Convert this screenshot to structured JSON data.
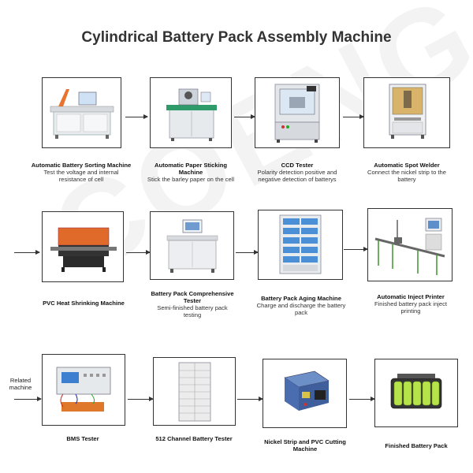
{
  "title": "Cylindrical Battery Pack Assembly Machine",
  "related_label": "Related machine",
  "watermark": "COENG",
  "machines": [
    {
      "name": "Automatic Battery Sorting Machine",
      "desc": "Test the voltage and internal resistance of cell"
    },
    {
      "name": "Automatic Paper Sticking Machine",
      "desc": "Stick the barley paper on the cell"
    },
    {
      "name": "CCD Tester",
      "desc": "Polarity detection positive and negative detection of batterys"
    },
    {
      "name": "Automatic Spot Welder",
      "desc": "Connect the nickel strip to the battery"
    },
    {
      "name": "PVC Heat Shrinking Machine",
      "desc": ""
    },
    {
      "name": "Battery Pack Comprehensive Tester",
      "desc": "Semi-finished battery pack testing"
    },
    {
      "name": "Battery Pack Aging Machine",
      "desc": "Charge and discharge the battery pack"
    },
    {
      "name": "Automatic Inject Printer",
      "desc": "Finished battery pack inject printing"
    },
    {
      "name": "BMS Tester",
      "desc": ""
    },
    {
      "name": "512 Channel Battery Tester",
      "desc": ""
    },
    {
      "name": "Nickel Strip and PVC Cutting Machine",
      "desc": ""
    },
    {
      "name": "Finished Battery Pack",
      "desc": ""
    }
  ]
}
